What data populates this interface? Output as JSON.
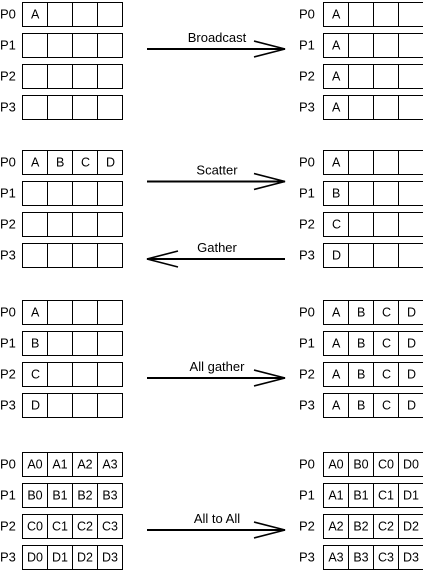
{
  "processes": [
    "P0",
    "P1",
    "P2",
    "P3"
  ],
  "panels": [
    {
      "id": "broadcast",
      "arrows": [
        {
          "label": "Broadcast",
          "direction": "right"
        }
      ],
      "left": [
        [
          "A",
          "",
          "",
          ""
        ],
        [
          "",
          "",
          "",
          ""
        ],
        [
          "",
          "",
          "",
          ""
        ],
        [
          "",
          "",
          "",
          ""
        ]
      ],
      "right": [
        [
          "A",
          "",
          "",
          ""
        ],
        [
          "A",
          "",
          "",
          ""
        ],
        [
          "A",
          "",
          "",
          ""
        ],
        [
          "A",
          "",
          "",
          ""
        ]
      ]
    },
    {
      "id": "scatter-gather",
      "arrows": [
        {
          "label": "Scatter",
          "direction": "right"
        },
        {
          "label": "Gather",
          "direction": "left"
        }
      ],
      "left": [
        [
          "A",
          "B",
          "C",
          "D"
        ],
        [
          "",
          "",
          "",
          ""
        ],
        [
          "",
          "",
          "",
          ""
        ],
        [
          "",
          "",
          "",
          ""
        ]
      ],
      "right": [
        [
          "A",
          "",
          "",
          ""
        ],
        [
          "B",
          "",
          "",
          ""
        ],
        [
          "C",
          "",
          "",
          ""
        ],
        [
          "D",
          "",
          "",
          ""
        ]
      ]
    },
    {
      "id": "all-gather",
      "arrows": [
        {
          "label": "All gather",
          "direction": "right"
        }
      ],
      "left": [
        [
          "A",
          "",
          "",
          ""
        ],
        [
          "B",
          "",
          "",
          ""
        ],
        [
          "C",
          "",
          "",
          ""
        ],
        [
          "D",
          "",
          "",
          ""
        ]
      ],
      "right": [
        [
          "A",
          "B",
          "C",
          "D"
        ],
        [
          "A",
          "B",
          "C",
          "D"
        ],
        [
          "A",
          "B",
          "C",
          "D"
        ],
        [
          "A",
          "B",
          "C",
          "D"
        ]
      ]
    },
    {
      "id": "all-to-all",
      "arrows": [
        {
          "label": "All to All",
          "direction": "right"
        }
      ],
      "left": [
        [
          "A0",
          "A1",
          "A2",
          "A3"
        ],
        [
          "B0",
          "B1",
          "B2",
          "B3"
        ],
        [
          "C0",
          "C1",
          "C2",
          "C3"
        ],
        [
          "D0",
          "D1",
          "D2",
          "D3"
        ]
      ],
      "right": [
        [
          "A0",
          "B0",
          "C0",
          "D0"
        ],
        [
          "A1",
          "B1",
          "C1",
          "D1"
        ],
        [
          "A2",
          "B2",
          "C2",
          "D2"
        ],
        [
          "A3",
          "B3",
          "C3",
          "D3"
        ]
      ]
    }
  ]
}
